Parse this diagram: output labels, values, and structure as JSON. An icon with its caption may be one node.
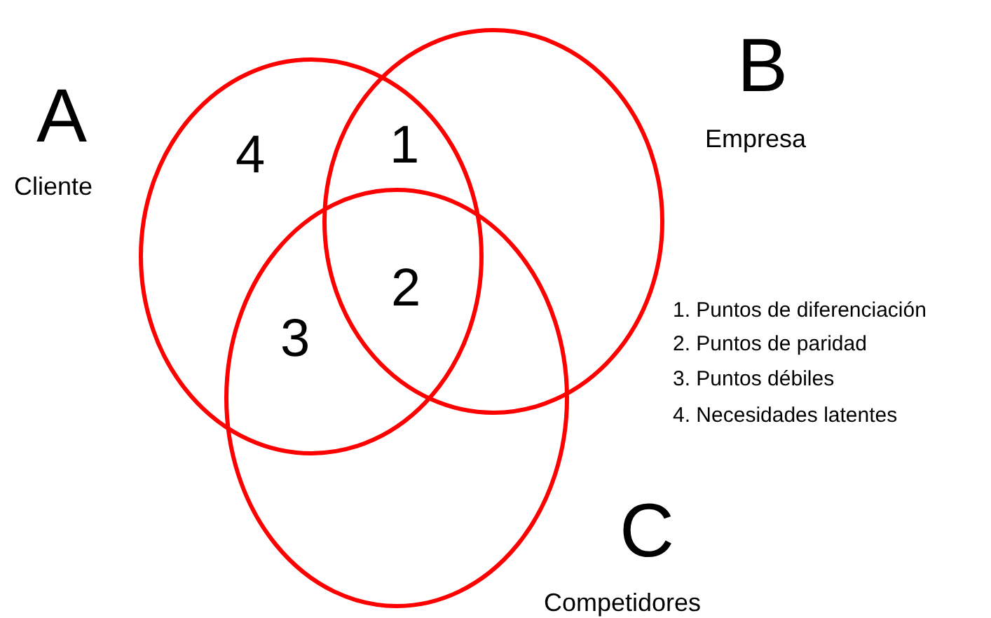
{
  "diagram": {
    "nodes": [
      {
        "text": [
          "A",
          "Cliente"
        ]
      },
      {
        "text": [
          "B",
          "Empresa"
        ]
      },
      {
        "text": [
          "C",
          "Competidores"
        ]
      }
    ],
    "labels": [
      "4",
      "1",
      "2",
      "3",
      "1. Puntos de diferenciación",
      "2. Puntos de paridad",
      "3. Puntos débiles",
      "4. Necesidades latentes"
    ]
  }
}
